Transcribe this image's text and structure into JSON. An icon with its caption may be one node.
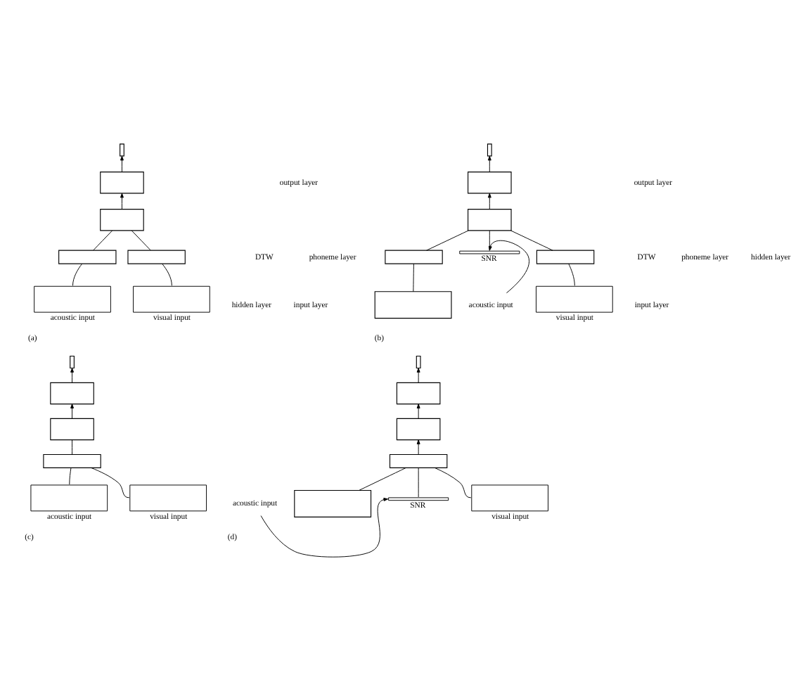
{
  "diagram": {
    "nodes": [
      {
        "text": [],
        "shape": "box"
      },
      {
        "text": [],
        "shape": "box"
      },
      {
        "text": [],
        "shape": "box"
      },
      {
        "text": [],
        "shape": "box"
      },
      {
        "text": [],
        "shape": "box"
      },
      {
        "text": [],
        "shape": "box",
        "beside": [
          "acoustic input"
        ]
      },
      {
        "text": [],
        "shape": "box",
        "beside": [
          "visual input"
        ]
      },
      {
        "text": [],
        "shape": "box"
      },
      {
        "text": [],
        "shape": "box"
      },
      {
        "text": [],
        "shape": "box"
      },
      {
        "text": [],
        "shape": "box"
      },
      {
        "text": [
          "SNR"
        ]
      },
      {
        "text": [],
        "shape": "box"
      },
      {
        "text": [],
        "shape": "box"
      },
      {
        "text": [],
        "shape": "box",
        "beside": [
          "visual input"
        ]
      },
      {
        "text": [
          "acoustic input"
        ]
      },
      {
        "text": [],
        "shape": "box"
      },
      {
        "text": [],
        "shape": "box"
      },
      {
        "text": [],
        "shape": "box"
      },
      {
        "text": [],
        "shape": "box"
      },
      {
        "text": [],
        "shape": "box",
        "beside": [
          "acoustic input"
        ]
      },
      {
        "text": [],
        "shape": "box",
        "beside": [
          "visual input"
        ]
      },
      {
        "text": [],
        "shape": "box"
      },
      {
        "text": [],
        "shape": "box"
      },
      {
        "text": [],
        "shape": "box"
      },
      {
        "text": [],
        "shape": "box"
      },
      {
        "text": [],
        "shape": "box"
      },
      {
        "text": [
          "SNR"
        ]
      },
      {
        "text": [],
        "shape": "box",
        "beside": [
          "visual input"
        ]
      },
      {
        "text": [
          "acoustic input"
        ]
      }
    ],
    "edges": [
      {
        "from": 5,
        "to": 3,
        "arrow": "none"
      },
      {
        "from": 6,
        "to": 4,
        "arrow": "none"
      },
      {
        "from": 3,
        "to": 2,
        "arrow": "none"
      },
      {
        "from": 4,
        "to": 2,
        "arrow": "none"
      },
      {
        "from": 2,
        "to": 1,
        "arrow": "to"
      },
      {
        "from": 1,
        "to": 0,
        "arrow": "to"
      },
      {
        "from": 13,
        "to": 10,
        "arrow": "none"
      },
      {
        "from": 14,
        "to": 12,
        "arrow": "none"
      },
      {
        "from": 10,
        "to": 9,
        "arrow": "none"
      },
      {
        "from": 11,
        "to": 9,
        "arrow": "none"
      },
      {
        "from": 12,
        "to": 9,
        "arrow": "none"
      },
      {
        "from": 9,
        "to": 8,
        "arrow": "to"
      },
      {
        "from": 8,
        "to": 7,
        "arrow": "to"
      },
      {
        "from": 15,
        "to": 11,
        "arrow": "to"
      },
      {
        "from": 20,
        "to": 19,
        "arrow": "none"
      },
      {
        "from": 21,
        "to": 19,
        "arrow": "none"
      },
      {
        "from": 19,
        "to": 18,
        "arrow": "none"
      },
      {
        "from": 18,
        "to": 17,
        "arrow": "to"
      },
      {
        "from": 17,
        "to": 16,
        "arrow": "to"
      },
      {
        "from": 26,
        "to": 25,
        "arrow": "none"
      },
      {
        "from": 27,
        "to": 25,
        "arrow": "none"
      },
      {
        "from": 28,
        "to": 25,
        "arrow": "none"
      },
      {
        "from": 25,
        "to": 24,
        "arrow": "to"
      },
      {
        "from": 24,
        "to": 23,
        "arrow": "to"
      },
      {
        "from": 23,
        "to": 22,
        "arrow": "to"
      },
      {
        "from": 29,
        "to": 27,
        "arrow": "to"
      }
    ],
    "labels": [
      "(a)",
      "output layer",
      "(b)",
      "DTW",
      "phoneme layer",
      "hidden layer",
      "input layer",
      "(c)",
      "output layer",
      "(d)",
      "DTW",
      "phoneme layer",
      "hidden layer",
      "input layer"
    ]
  }
}
